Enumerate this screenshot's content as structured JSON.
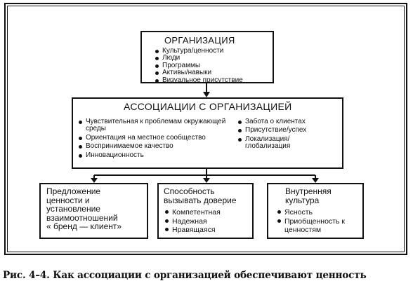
{
  "diagram": {
    "top_box": {
      "title": "ОРГАНИЗАЦИЯ",
      "items": [
        "Культура/ценности",
        "Люди",
        "Программы",
        "Активы/навыки",
        "Визуальное присутствие"
      ]
    },
    "middle_box": {
      "title": "АССОЦИАЦИИ С ОРГАНИЗАЦИЕЙ",
      "left_items": [
        "Чувствительная к проблемам окружающей среды",
        "Ориентация на местное сообщество",
        "Воспринимаемое качество",
        "Инновационность"
      ],
      "right_items": [
        "Забота о клиентах",
        "Присутствие/успех",
        "Локализация/ глобализация"
      ]
    },
    "left_box": {
      "title_lines": [
        "Предложение",
        "ценности и",
        "установление",
        "взаимоотношений",
        "« бренд — клиент»"
      ]
    },
    "center_box": {
      "title_lines": [
        "Способность",
        "вызывать доверие"
      ],
      "items": [
        "Компетентная",
        "Надежная",
        "Нравящаяся"
      ]
    },
    "right_box": {
      "title_lines": [
        "Внутренняя",
        "культура"
      ],
      "items": [
        "Ясность",
        "Приобщенность к ценностям"
      ]
    }
  },
  "caption": "Рис. 4–4. Как ассоциации с организацией обеспечивают ценность"
}
